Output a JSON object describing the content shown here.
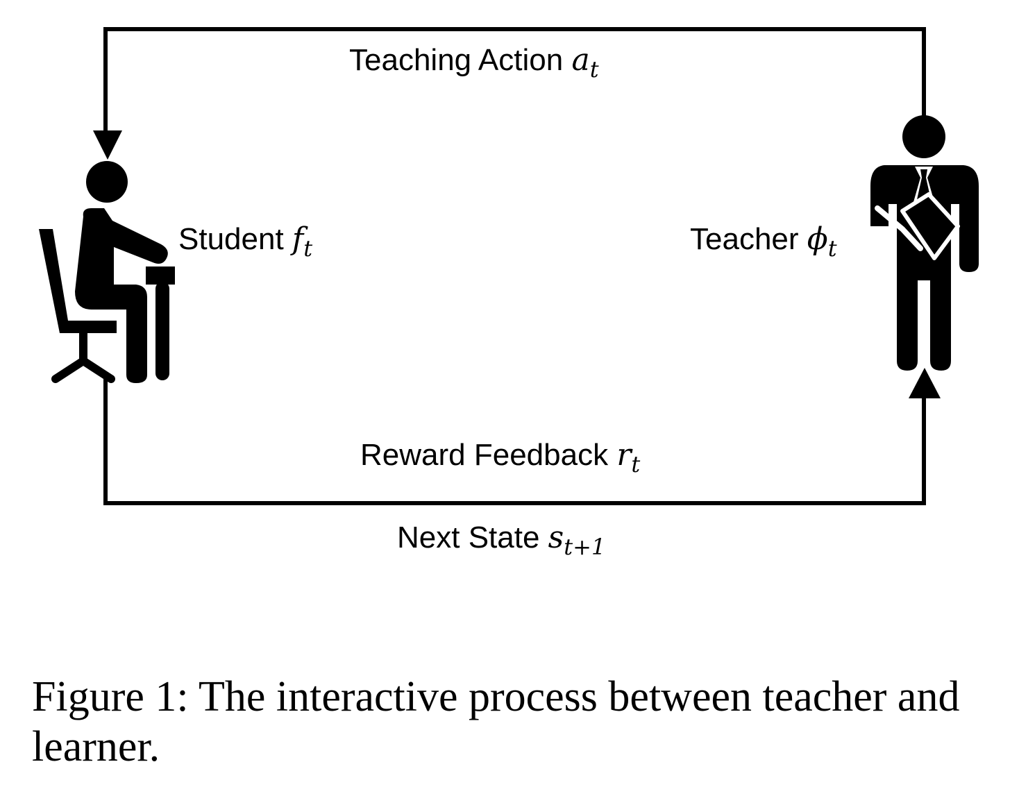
{
  "diagram": {
    "top_label": {
      "text": "Teaching Action",
      "var": "a",
      "sub": "t"
    },
    "student_label": {
      "text": "Student",
      "var": "f",
      "sub": "t"
    },
    "teacher_label": {
      "text": "Teacher",
      "var": "ϕ",
      "sub": "t"
    },
    "reward_label": {
      "text": "Reward Feedback",
      "var": "r",
      "sub": "t"
    },
    "state_label": {
      "text": "Next State",
      "var": "s",
      "sub": "t+1"
    },
    "icons": {
      "student": "seated-student-icon",
      "teacher": "standing-teacher-icon"
    }
  },
  "caption": "Figure 1: The interactive process between teacher and learner."
}
